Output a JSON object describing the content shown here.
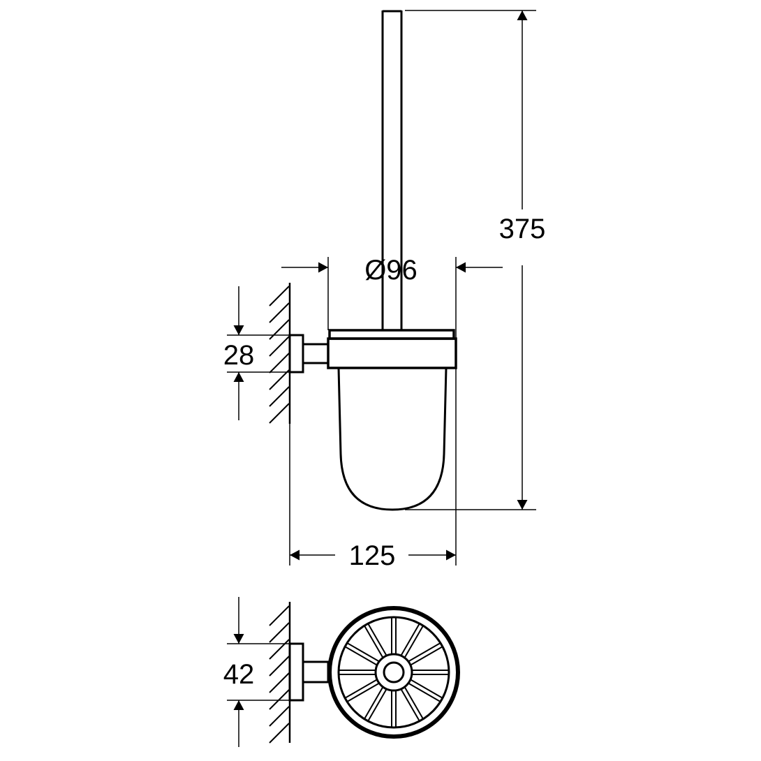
{
  "dimensions": {
    "height_total": "375",
    "cup_diameter": "Ø96",
    "plate_height_side": "28",
    "projection": "125",
    "plate_height_top": "42"
  },
  "colors": {
    "line": "#000000",
    "background": "#ffffff"
  }
}
